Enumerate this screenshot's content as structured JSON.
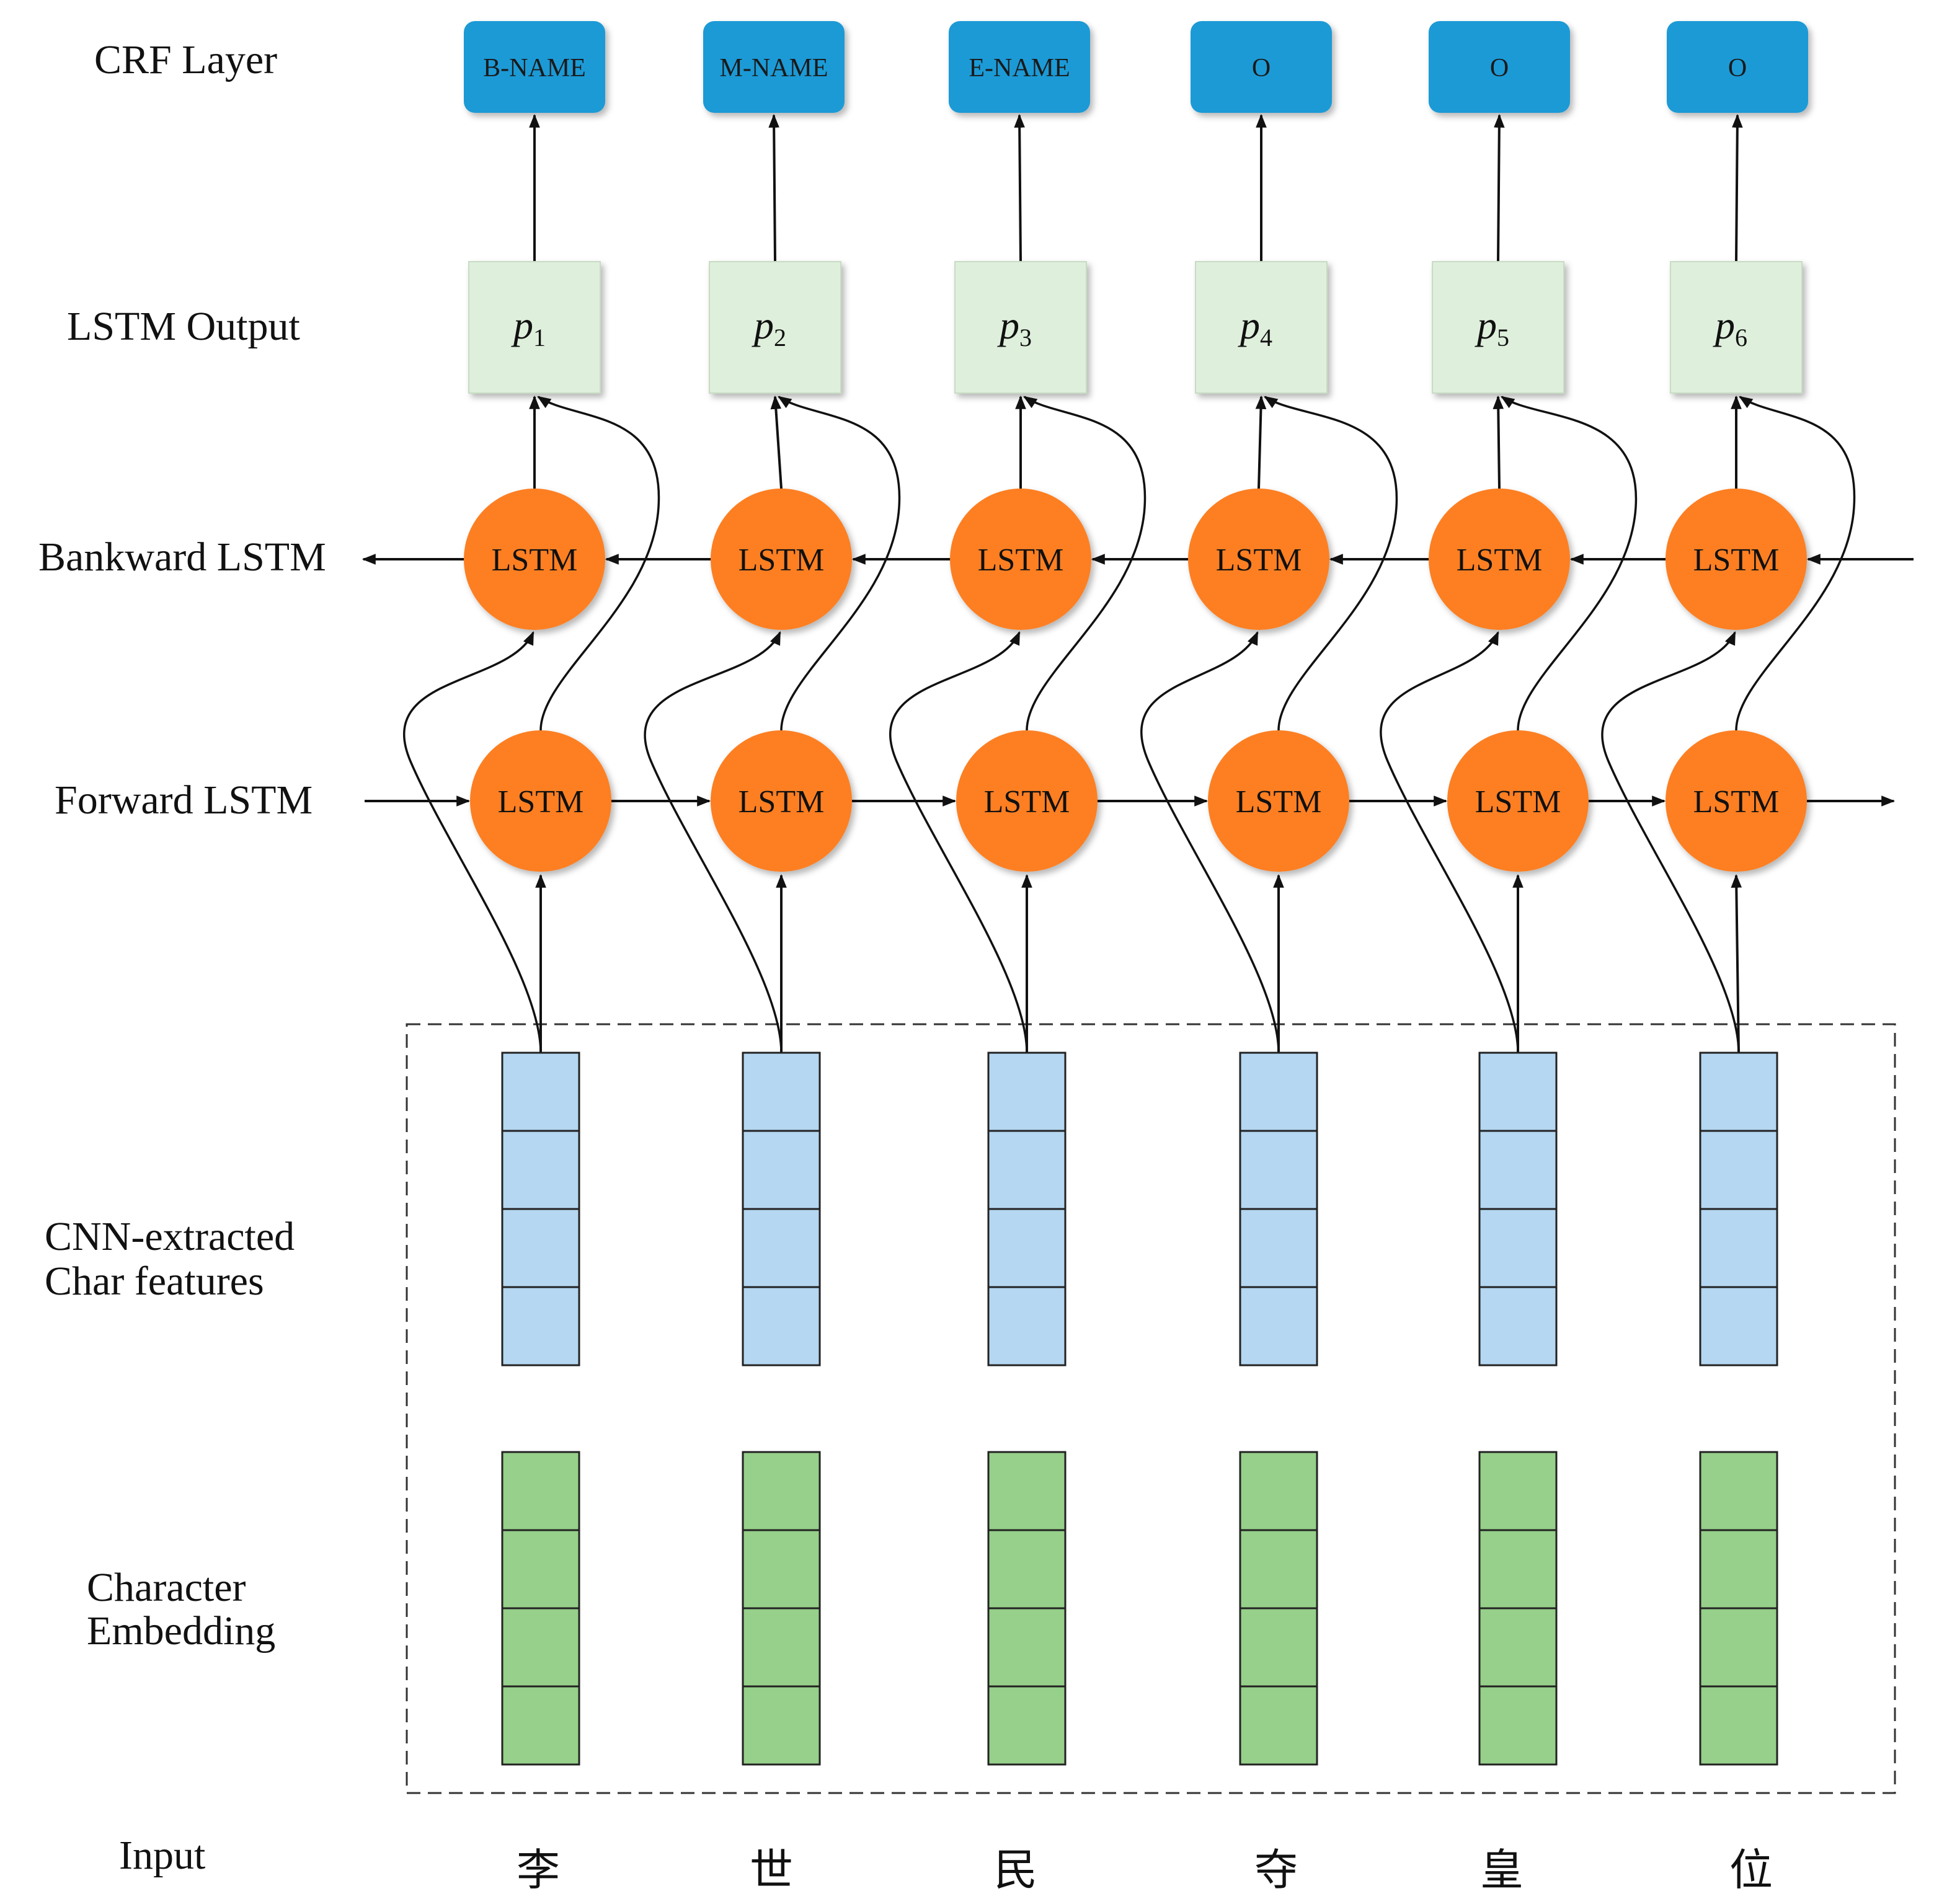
{
  "labels": {
    "crf": "CRF Layer",
    "lstm_output": "LSTM Output",
    "backward": "Bankward LSTM",
    "forward": "Forward LSTM",
    "cnn_line1": "CNN-extracted",
    "cnn_line2": "Char features",
    "emb_line1": "Character",
    "emb_line2": "Embedding",
    "input": "Input"
  },
  "lstm_label": "LSTM",
  "tags": [
    "B-NAME",
    "M-NAME",
    "E-NAME",
    "O",
    "O",
    "O"
  ],
  "outputs": [
    {
      "base": "p",
      "sub": "1"
    },
    {
      "base": "p",
      "sub": "2"
    },
    {
      "base": "p",
      "sub": "3"
    },
    {
      "base": "p",
      "sub": "4"
    },
    {
      "base": "p",
      "sub": "5"
    },
    {
      "base": "p",
      "sub": "6"
    }
  ],
  "input_chars": [
    "李",
    "世",
    "民",
    "夺",
    "皇",
    "位"
  ],
  "colors": {
    "tag_box": "#1b9ad6",
    "output_box": "#deefdb",
    "output_border": "#c8dcc4",
    "lstm_node": "#fd7f24",
    "cnn_cell": "#b5d7f1",
    "emb_cell": "#96d08a",
    "line": "#111111"
  }
}
